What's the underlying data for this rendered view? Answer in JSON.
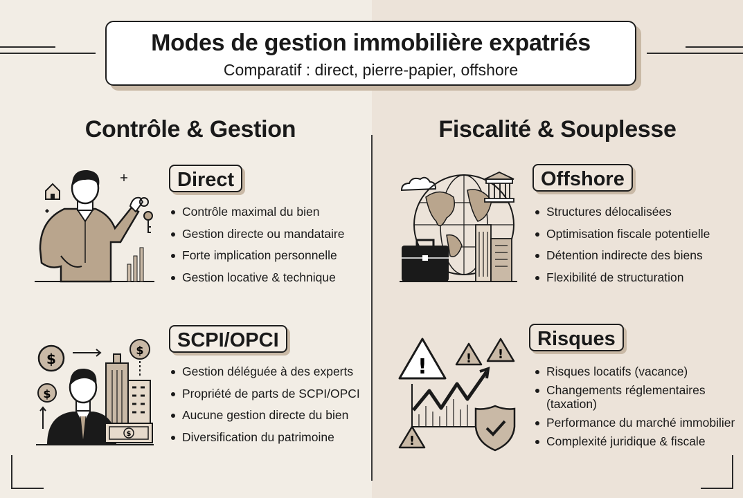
{
  "header": {
    "title": "Modes de gestion immobilière expatriés",
    "subtitle": "Comparatif : direct, pierre-papier, offshore"
  },
  "columns": {
    "left": {
      "heading": "Contrôle & Gestion"
    },
    "right": {
      "heading": "Fiscalité & Souplesse"
    }
  },
  "sections": {
    "direct": {
      "label": "Direct",
      "icon": "person-keys-icon",
      "items": [
        "Contrôle maximal du bien",
        "Gestion directe ou mandataire",
        "Forte implication personnelle",
        "Gestion locative & technique"
      ]
    },
    "scpi": {
      "label": "SCPI/OPCI",
      "icon": "businessman-buildings-icon",
      "items": [
        "Gestion déléguée à des experts",
        "Propriété de parts de SCPI/OPCI",
        "Aucune gestion directe du bien",
        "Diversification du patrimoine"
      ]
    },
    "offshore": {
      "label": "Offshore",
      "icon": "globe-briefcase-icon",
      "items": [
        "Structures délocalisées",
        "Optimisation fiscale potentielle",
        "Détention indirecte des biens",
        "Flexibilité de structuration"
      ]
    },
    "risques": {
      "label": "Risques",
      "icon": "warning-chart-shield-icon",
      "items": [
        "Risques locatifs (vacance)",
        "Changements réglementaires (taxation)",
        "Performance du marché immobilier",
        "Complexité juridique & fiscale"
      ]
    }
  },
  "colors": {
    "accent": "#c9b9a6",
    "icon_fill": "#b9a58d",
    "ink": "#1a1a1a"
  }
}
